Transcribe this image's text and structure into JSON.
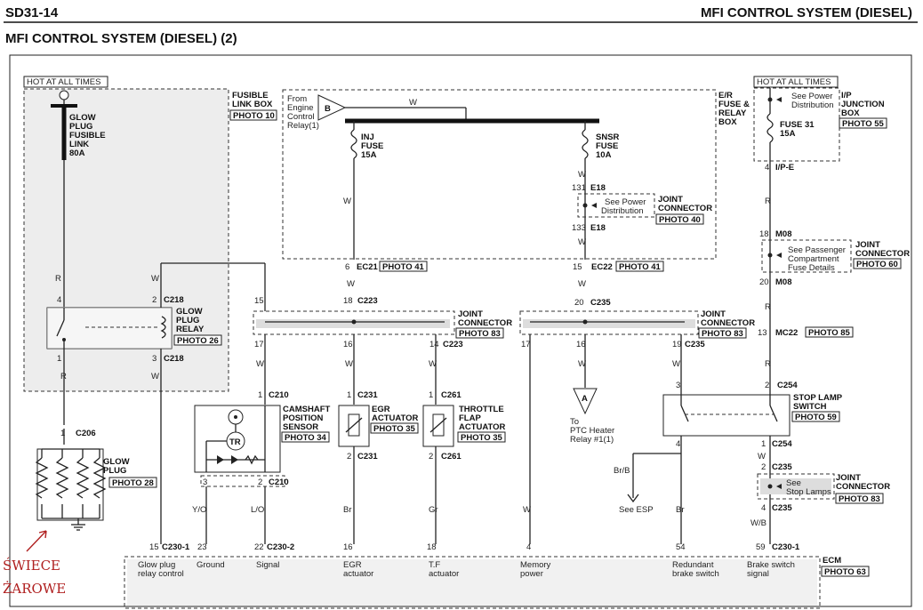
{
  "header": {
    "page_code": "SD31-14",
    "section_title": "MFI CONTROL SYSTEM (DIESEL)",
    "diagram_title": "MFI CONTROL SYSTEM (DIESEL) (2)"
  },
  "annotation": {
    "line1": "ŚWIECE",
    "line2": "ŻAROWE"
  },
  "left_supply": {
    "hot_label": "HOT AT ALL TIMES",
    "fuse_l1": "GLOW",
    "fuse_l2": "PLUG",
    "fuse_l3": "FUSIBLE",
    "fuse_l4": "LINK",
    "fuse_l5": "80A",
    "box_l1": "FUSIBLE",
    "box_l2": "LINK BOX",
    "box_photo": "PHOTO 10"
  },
  "er_box": {
    "from_l1": "From",
    "from_l2": "Engine",
    "from_l3": "Control",
    "from_l4": "Relay(1)",
    "conn_b": "B",
    "wire_w": "W",
    "inj_l1": "INJ",
    "inj_l2": "FUSE",
    "inj_l3": "15A",
    "snsr_l1": "SNSR",
    "snsr_l2": "FUSE",
    "snsr_l3": "10A",
    "box_l1": "E/R",
    "box_l2": "FUSE &",
    "box_l3": "RELAY",
    "box_l4": "BOX",
    "e18_pin_top": "131",
    "e18_label": "E18",
    "e18_pin_bot": "133",
    "see_power_l1": "See Power",
    "see_power_l2": "Distribution",
    "joint_l1": "JOINT",
    "joint_l2": "CONNECTOR",
    "joint_photo": "PHOTO 40",
    "ec21_pin": "6",
    "ec21_label": "EC21",
    "ec21_photo": "PHOTO 41",
    "ec22_pin": "15",
    "ec22_label": "EC22",
    "ec22_photo": "PHOTO 41"
  },
  "ip_box": {
    "hot_label": "HOT AT ALL TIMES",
    "see_l1": "See Power",
    "see_l2": "Distribution",
    "box_l1": "I/P",
    "box_l2": "JUNCTION",
    "box_l3": "BOX",
    "box_photo": "PHOTO 55",
    "fuse_l1": "FUSE 31",
    "fuse_l2": "15A",
    "pin_ipe": "4",
    "ipe_label": "I/P-E",
    "m08_pin_top": "18",
    "m08_label": "M08",
    "m08_pin_bot": "20",
    "pass_l1": "See Passenger",
    "pass_l2": "Compartment",
    "pass_l3": "Fuse Details",
    "joint_l1": "JOINT",
    "joint_l2": "CONNECTOR",
    "joint_photo": "PHOTO 60",
    "mc22_pin": "13",
    "mc22_label": "MC22",
    "mc22_photo": "PHOTO 85"
  },
  "glow_relay": {
    "l1": "GLOW",
    "l2": "PLUG",
    "l3": "RELAY",
    "photo": "PHOTO 26",
    "pin4": "4",
    "pin2": "2",
    "pin1": "1",
    "pin3": "3",
    "c218_a": "C218",
    "c218_b": "C218"
  },
  "glow_plug": {
    "l1": "GLOW",
    "l2": "PLUG",
    "photo": "PHOTO 28",
    "pin": "1",
    "conn": "C206"
  },
  "joint_c223": {
    "pin_top_a": "15",
    "pin_top_b": "18",
    "conn_top": "C223",
    "pin_bot_a": "17",
    "pin_bot_b": "16",
    "pin_bot_c": "14",
    "conn_bot": "C223",
    "l1": "JOINT",
    "l2": "CONNECTOR",
    "photo": "PHOTO 83"
  },
  "joint_c235": {
    "pin_top": "20",
    "conn_top": "C235",
    "pin_bot_a": "17",
    "pin_bot_b": "16",
    "pin_bot_c": "19",
    "conn_bot": "C235",
    "l1": "JOINT",
    "l2": "CONNECTOR",
    "photo": "PHOTO 83"
  },
  "camshaft": {
    "pin_top": "1",
    "conn_top": "C210",
    "l1": "CAMSHAFT",
    "l2": "POSITION",
    "l3": "SENSOR",
    "photo": "PHOTO 34",
    "tr": "TR",
    "pin_a": "3",
    "pin_b": "2",
    "conn_bot": "C210"
  },
  "egr": {
    "pin_top": "1",
    "conn_top": "C231",
    "l1": "EGR",
    "l2": "ACTUATOR",
    "photo": "PHOTO 35",
    "pin_bot": "2",
    "conn_bot": "C231"
  },
  "throttle": {
    "pin_top": "1",
    "conn_top": "C261",
    "l1": "THROTTLE",
    "l2": "FLAP",
    "l3": "ACTUATOR",
    "photo": "PHOTO 35",
    "pin_bot": "2",
    "conn_bot": "C261"
  },
  "ptc": {
    "a": "A",
    "l1": "To",
    "l2": "PTC Heater",
    "l3": "Relay #1(1)"
  },
  "stop_lamp": {
    "pin3": "3",
    "pin2": "2",
    "conn_top": "C254",
    "l1": "STOP LAMP",
    "l2": "SWITCH",
    "photo": "PHOTO 59",
    "pin4": "4",
    "pin1": "1",
    "conn_bot": "C254"
  },
  "esp": {
    "wire": "Br/B",
    "label": "See ESP"
  },
  "joint_c235b": {
    "pin_top": "2",
    "conn_top": "C235",
    "see_l1": "See",
    "see_l2": "Stop Lamps",
    "l1": "JOINT",
    "l2": "CONNECTOR",
    "photo": "PHOTO 83",
    "pin_bot": "4",
    "conn_bot": "C235"
  },
  "wires": {
    "r": "R",
    "w": "W",
    "yo": "Y/O",
    "lo": "L/O",
    "br": "Br",
    "gr": "Gr",
    "wb": "W/B"
  },
  "ecm": {
    "label": "ECM",
    "photo": "PHOTO 63",
    "pins": [
      {
        "pin": "15",
        "conn": "C230-1",
        "l1": "Glow plug",
        "l2": "relay control"
      },
      {
        "pin": "23",
        "conn": "",
        "l1": "Ground",
        "l2": ""
      },
      {
        "pin": "22",
        "conn": "C230-2",
        "l1": "Signal",
        "l2": ""
      },
      {
        "pin": "16",
        "conn": "",
        "l1": "EGR",
        "l2": "actuator"
      },
      {
        "pin": "18",
        "conn": "",
        "l1": "T.F",
        "l2": "actuator"
      },
      {
        "pin": "4",
        "conn": "",
        "l1": "Memory",
        "l2": "power"
      },
      {
        "pin": "54",
        "conn": "",
        "l1": "Redundant",
        "l2": "brake switch"
      },
      {
        "pin": "59",
        "conn": "C230-1",
        "l1": "Brake switch",
        "l2": "signal"
      }
    ]
  }
}
